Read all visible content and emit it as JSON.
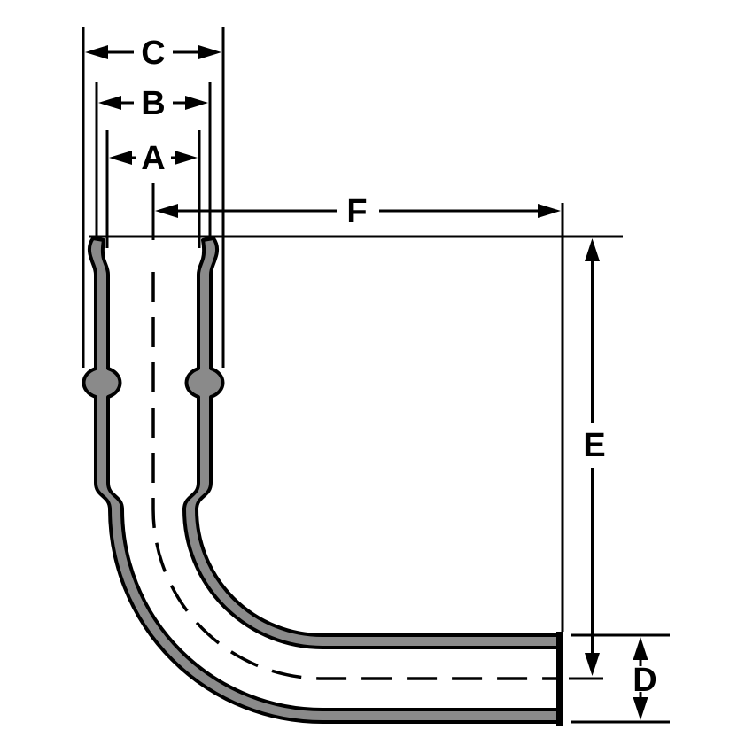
{
  "diagram": {
    "dimension_labels": {
      "a": "A",
      "b": "B",
      "c": "C",
      "d": "D",
      "e": "E",
      "f": "F"
    }
  },
  "colors": {
    "line": "#000000",
    "wall_fill": "#8a8a8a",
    "background": "#ffffff"
  }
}
